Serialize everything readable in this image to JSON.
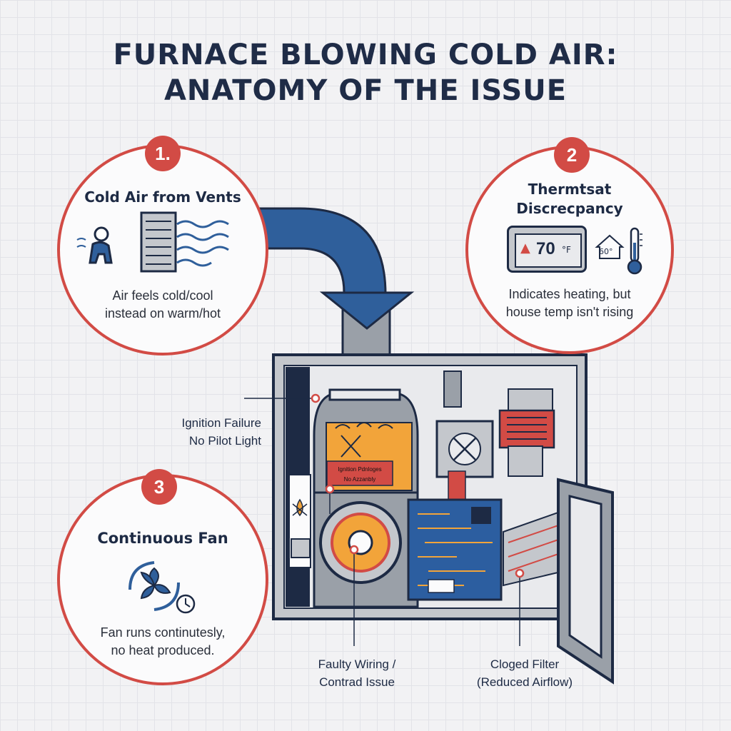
{
  "title": {
    "line1": "FURNACE BLOWING COLD AIR:",
    "line2": "ANATOMY OF THE ISSUE"
  },
  "callouts": [
    {
      "number": "1.",
      "title": "Cold Air from Vents",
      "desc_line1": "Air feels cold/cool",
      "desc_line2": "instead on warm/hot"
    },
    {
      "number": "2",
      "title_line1": "Thermtsat",
      "title_line2": "Discrecpancy",
      "display": "70",
      "unit": "°F",
      "small_temp": "60°",
      "desc_line1": "Indicates heating, but",
      "desc_line2": "house temp isn't rising"
    },
    {
      "number": "3",
      "title": "Continuous Fan",
      "desc_line1": "Fan runs continutesly,",
      "desc_line2": "no heat produced."
    }
  ],
  "labels": {
    "ignition_line1": "Ignition Failure",
    "ignition_line2": "No Pilot Light",
    "wiring_line1": "Faulty Wiring /",
    "wiring_line2": "Contrad Issue",
    "filter_line1": "Cloged Filter",
    "filter_line2": "(Reduced Airflow)"
  },
  "tag": {
    "line1": "Ignition Pdnloges",
    "line2": "No Azzanbly"
  },
  "colors": {
    "accent_red": "#d24b45",
    "duct_blue": "#2f5f9b",
    "navy": "#1d2a44",
    "board_blue": "#2c5ea0",
    "flame_orange": "#f2a43a"
  }
}
